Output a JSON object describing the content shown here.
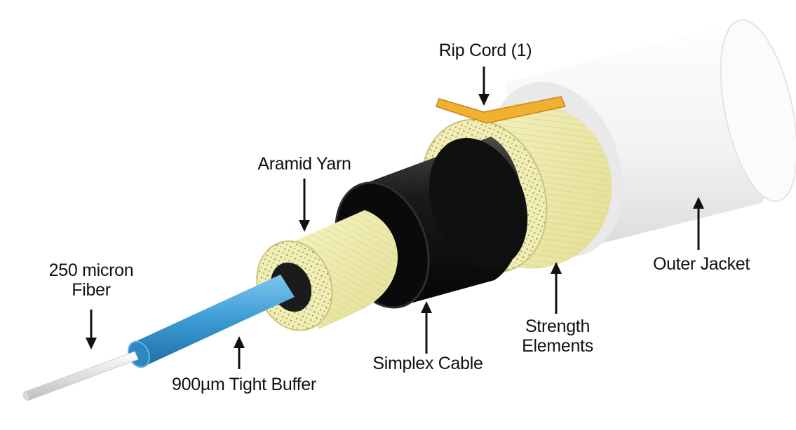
{
  "labels": {
    "rip_cord": "Rip Cord (1)",
    "aramid_yarn": "Aramid Yarn",
    "fiber_line1": "250 micron",
    "fiber_line2": "Fiber",
    "outer_jacket": "Outer Jacket",
    "strength_line1": "Strength",
    "strength_line2": "Elements",
    "simplex_cable": "Simplex Cable",
    "tight_buffer": "900µm Tight Buffer"
  },
  "colors": {
    "jacket": "#f4f4f4",
    "yarn": "#f3f0b6",
    "simplex": "#151515",
    "buffer": "#3f9fd8",
    "fiber": "#e9e9e9",
    "rip_cord": "#f0b030",
    "arrow": "#111111"
  }
}
